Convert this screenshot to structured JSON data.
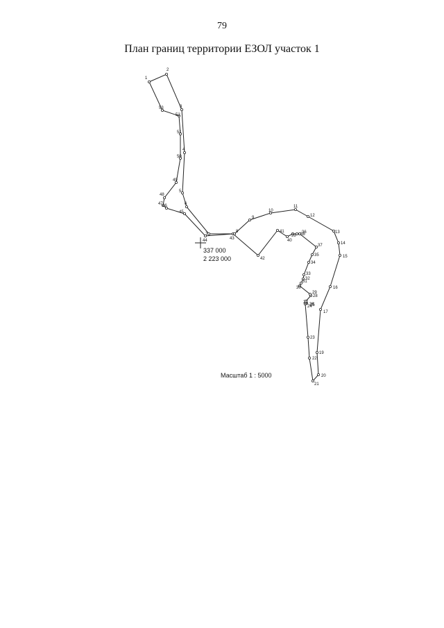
{
  "page_number": "79",
  "title": "План границ территории ЕЗОЛ участок 1",
  "scale": "Масштаб 1 : 5000",
  "grid_cross": {
    "x_label": "337 000",
    "y_label": "2 223 000"
  },
  "outer_boundary_labels": [
    "1",
    "2",
    "3",
    "4",
    "5",
    "6",
    "7",
    "43",
    "8",
    "9",
    "10",
    "11",
    "12",
    "13",
    "14",
    "15",
    "16",
    "17",
    "19",
    "20",
    "21",
    "22",
    "23",
    "24",
    "25",
    "26",
    "27",
    "28",
    "29",
    "30",
    "31",
    "32",
    "33",
    "34",
    "35",
    "36",
    "37",
    "38",
    "39",
    "40",
    "41",
    "42",
    "44",
    "45",
    "46",
    "47",
    "48",
    "49",
    "50",
    "51",
    "52",
    "53"
  ],
  "styles": {
    "line_color": "#222222",
    "point_fill": "#ffffff"
  }
}
